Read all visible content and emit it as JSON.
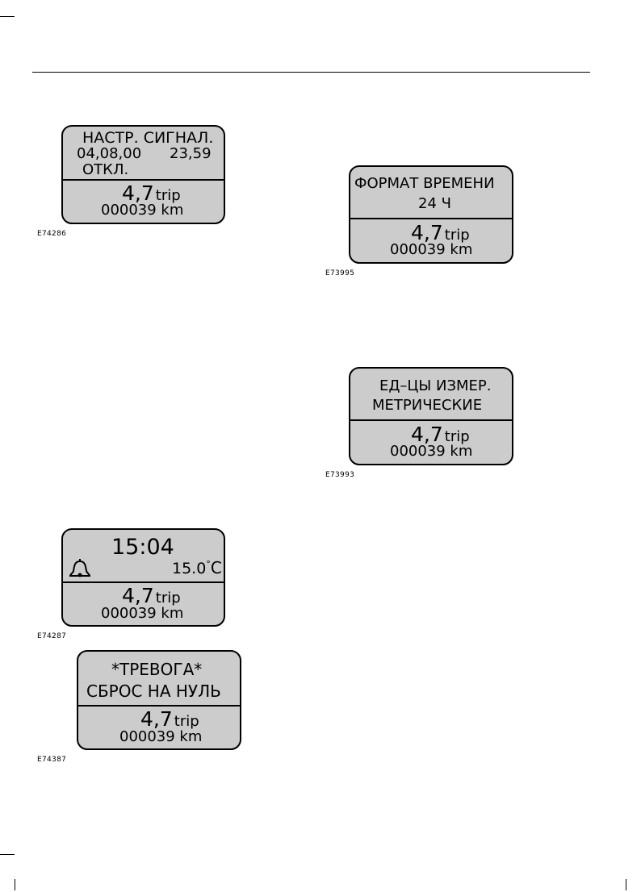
{
  "screens": {
    "alarm_settings": {
      "line1": "НАСТР. СИГНАЛ.",
      "date": "04,08,00",
      "time": "23,59",
      "line3": "ОТКЛ.",
      "trip_value": "4,7",
      "trip_unit": "trip",
      "odometer": "000039 km",
      "code": "E74286"
    },
    "time_format": {
      "line1": "ФОРМАТ ВРЕМЕНИ",
      "line2": "24 Ч",
      "trip_value": "4,7",
      "trip_unit": "trip",
      "odometer": "000039 km",
      "code": "E73995"
    },
    "units": {
      "line1": "ЕД–ЦЫ ИЗМЕР.",
      "line2": "МЕТРИЧЕСКИЕ",
      "trip_value": "4,7",
      "trip_unit": "trip",
      "odometer": "000039 km",
      "code": "E73993"
    },
    "clock": {
      "time": "15:04",
      "icon": "bell-icon",
      "temperature": "15.0",
      "degree": "°",
      "temp_unit": "C",
      "trip_value": "4,7",
      "trip_unit": "trip",
      "odometer": "000039 km",
      "code": "E74287"
    },
    "alarm_reset": {
      "line1": "*ТРЕВОГА*",
      "line2": "СБРОС НА НУЛЬ",
      "trip_value": "4,7",
      "trip_unit": "trip",
      "odometer": "000039 km",
      "code": "E74387"
    }
  },
  "colors": {
    "lcd_background": "#cccccc",
    "lcd_border": "#000000"
  }
}
